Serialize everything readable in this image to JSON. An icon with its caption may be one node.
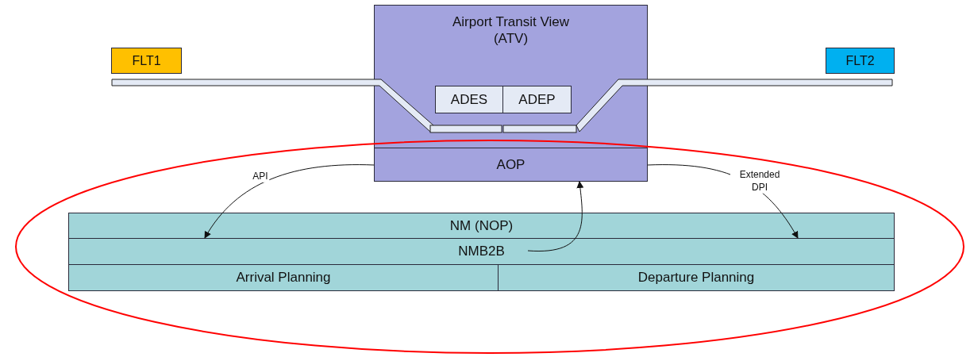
{
  "diagram": {
    "nodes": [
      {
        "text": [
          "Airport Transit View (ATV)"
        ]
      },
      {
        "text": [
          "ADES"
        ],
        "in": 0
      },
      {
        "text": [
          "ADEP"
        ],
        "in": 0
      },
      {
        "text": [
          "AOP"
        ],
        "in": 0
      },
      {
        "text": [
          "FLT1"
        ]
      },
      {
        "text": [
          "FLT2"
        ]
      },
      {
        "text": [
          "NM (NOP)"
        ]
      },
      {
        "text": [
          "NMB2B"
        ],
        "in": 6
      },
      {
        "text": [
          "Arrival Planning"
        ],
        "in": 6
      },
      {
        "text": [
          "Departure Planning"
        ],
        "in": 6
      }
    ],
    "edges": [
      {
        "from": 3,
        "to": 7,
        "arrow": "to",
        "label": "API"
      },
      {
        "from": 7,
        "to": 3,
        "arrow": "to"
      },
      {
        "from": 3,
        "to": 7,
        "arrow": "to",
        "label": "Extended DPI"
      }
    ]
  }
}
